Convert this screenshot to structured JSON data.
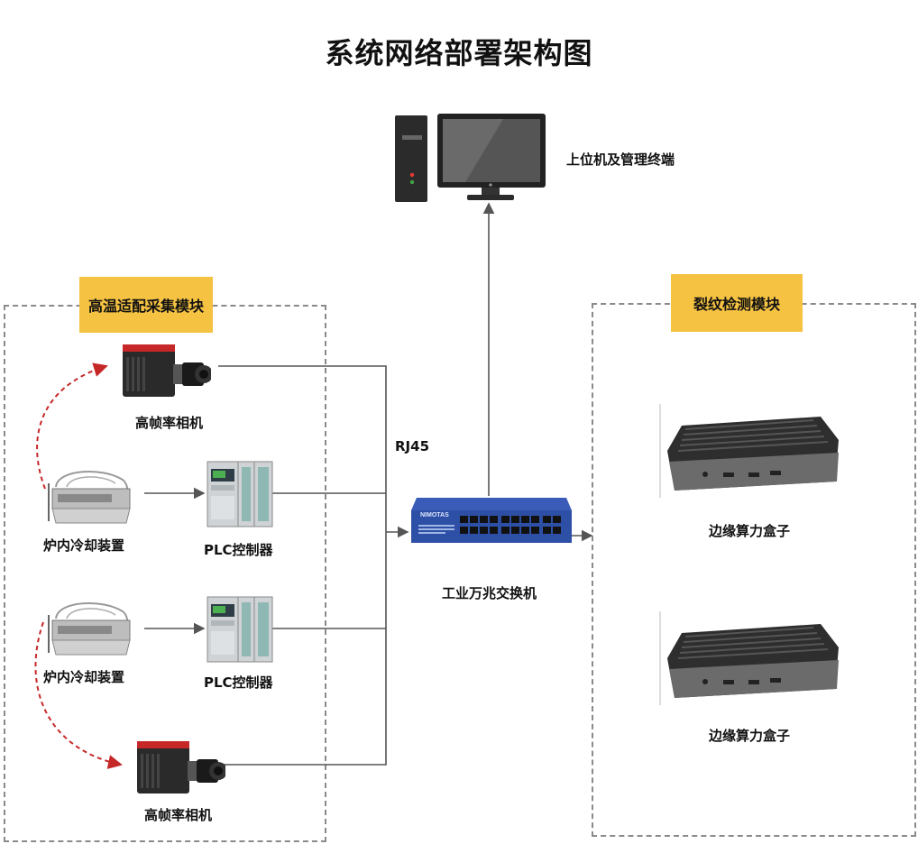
{
  "title": "系统网络部署架构图",
  "modules": {
    "left_tag": "高温适配采集模块",
    "right_tag": "裂纹检测模块"
  },
  "nodes": {
    "host": "上位机及管理终端",
    "switch": "工业万兆交换机",
    "rj45": "RJ45",
    "camera_top": "高帧率相机",
    "camera_bottom": "高帧率相机",
    "cooler_top": "炉内冷却装置",
    "cooler_bottom": "炉内冷却装置",
    "plc_top": "PLC控制器",
    "plc_bottom": "PLC控制器",
    "edge_top": "边缘算力盒子",
    "edge_bottom": "边缘算力盒子",
    "switch_brand": "NIMOTAS"
  },
  "colors": {
    "tag_bg": "#f5c242",
    "dashed_border": "#8a8a8a",
    "connector": "#555555",
    "dashed_arrow": "#c62828",
    "switch_blue": "#2d4fa6"
  }
}
